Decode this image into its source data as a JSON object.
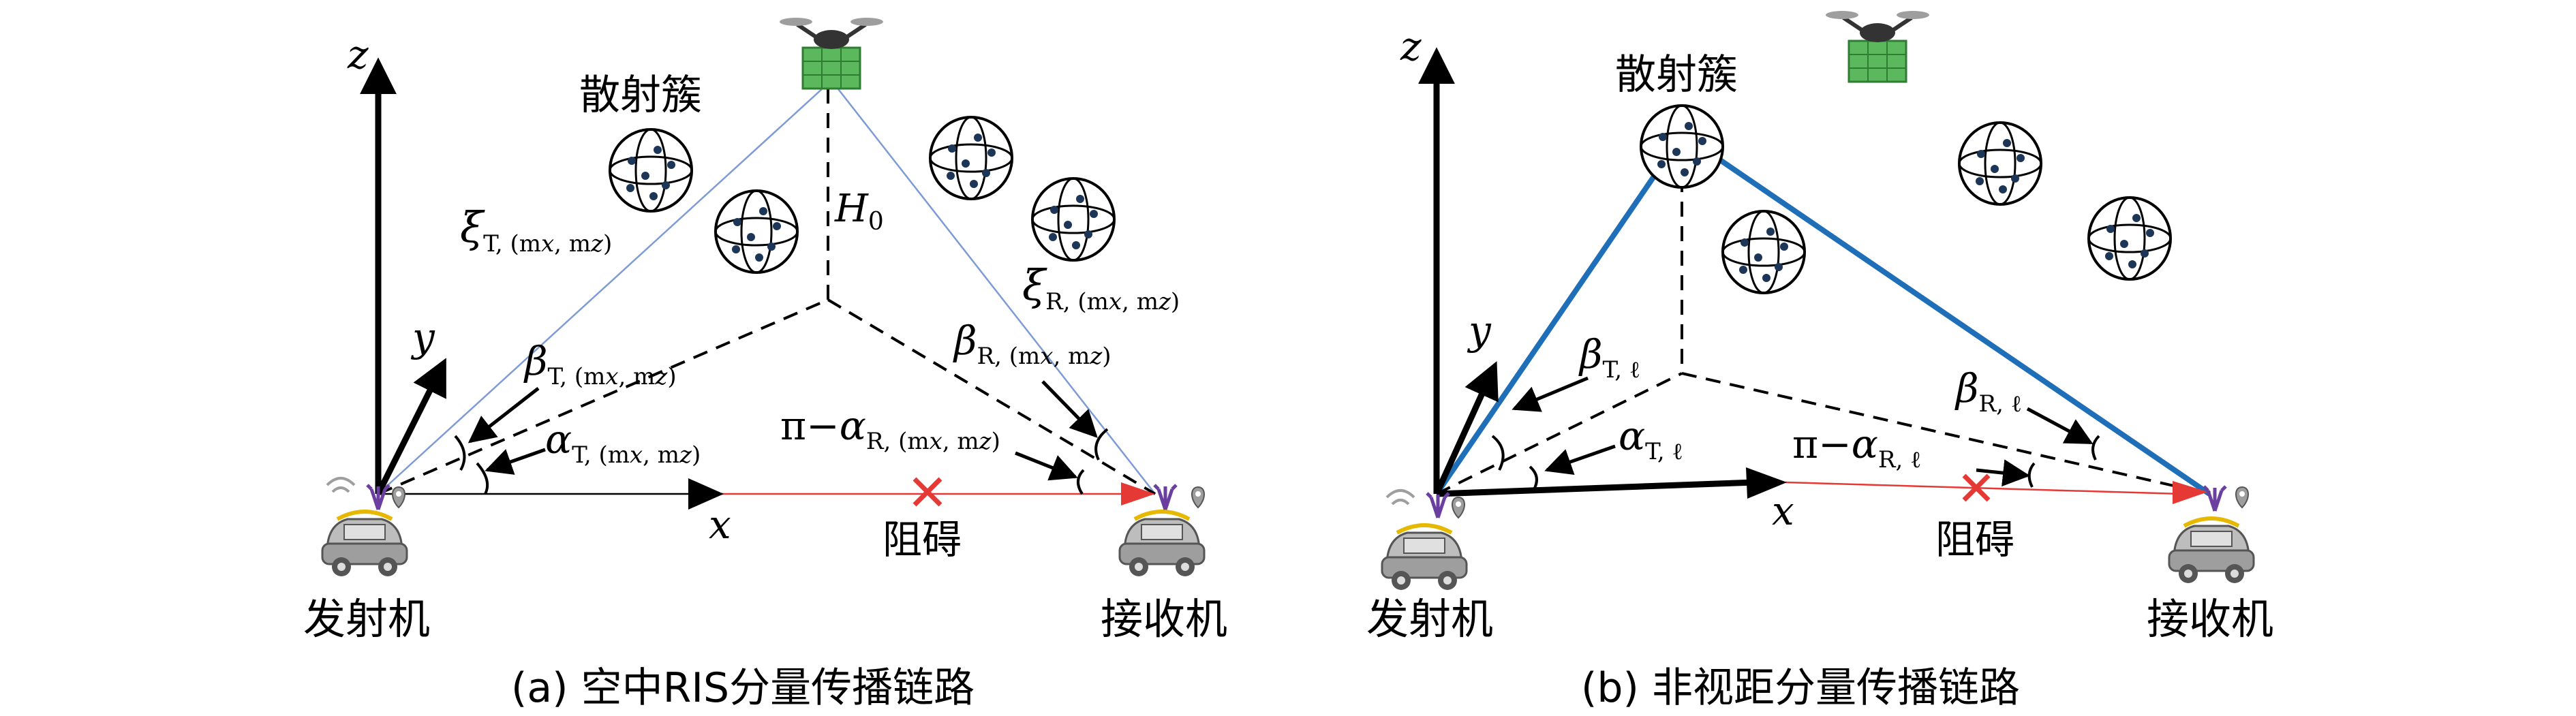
{
  "colors": {
    "ris_line": "#7e9bd6",
    "nlos_line": "#1f6fb8",
    "blocked_line": "#e53935",
    "block_mark": "#e53935",
    "ris_panel": "#5cb85c",
    "car_body": "#bdbdbd",
    "antenna": "#6a3fa0"
  },
  "panel_a": {
    "caption": "(a) 空中RIS分量传播链路",
    "axis_z": "z",
    "axis_y": "y",
    "axis_x": "x",
    "scatter_label": "散射簇",
    "height_label": "H",
    "height_sub": "0",
    "xi_t": {
      "sym": "ξ",
      "sub": "T, (m",
      "sub2": "x",
      "sep": ", m",
      "sub3": "z",
      "close": ")"
    },
    "xi_r": {
      "sym": "ξ",
      "sub": "R, (m",
      "sub2": "x",
      "sep": ", m",
      "sub3": "z",
      "close": ")"
    },
    "beta_t": {
      "sym": "β",
      "sub": "T, (m",
      "sub2": "x",
      "sep": ", m",
      "sub3": "z",
      "close": ")"
    },
    "beta_r": {
      "sym": "β",
      "sub": "R, (m",
      "sub2": "x",
      "sep": ", m",
      "sub3": "z",
      "close": ")"
    },
    "alpha_t": {
      "sym": "α",
      "sub": "T, (m",
      "sub2": "x",
      "sep": ", m",
      "sub3": "z",
      "close": ")"
    },
    "alpha_r": {
      "prefix": "π−",
      "sym": "α",
      "sub": "R, (m",
      "sub2": "x",
      "sep": ", m",
      "sub3": "z",
      "close": ")"
    },
    "block_label": "阻碍",
    "tx_label": "发射机",
    "rx_label": "接收机"
  },
  "panel_b": {
    "caption": "(b) 非视距分量传播链路",
    "axis_z": "z",
    "axis_y": "y",
    "axis_x": "x",
    "scatter_label": "散射簇",
    "beta_t": {
      "sym": "β",
      "sub": "T, ℓ"
    },
    "beta_r": {
      "sym": "β",
      "sub": "R, ℓ"
    },
    "alpha_t": {
      "sym": "α",
      "sub": "T, ℓ"
    },
    "alpha_r": {
      "prefix": "π−",
      "sym": "α",
      "sub": "R, ℓ"
    },
    "block_label": "阻碍",
    "tx_label": "发射机",
    "rx_label": "接收机"
  }
}
